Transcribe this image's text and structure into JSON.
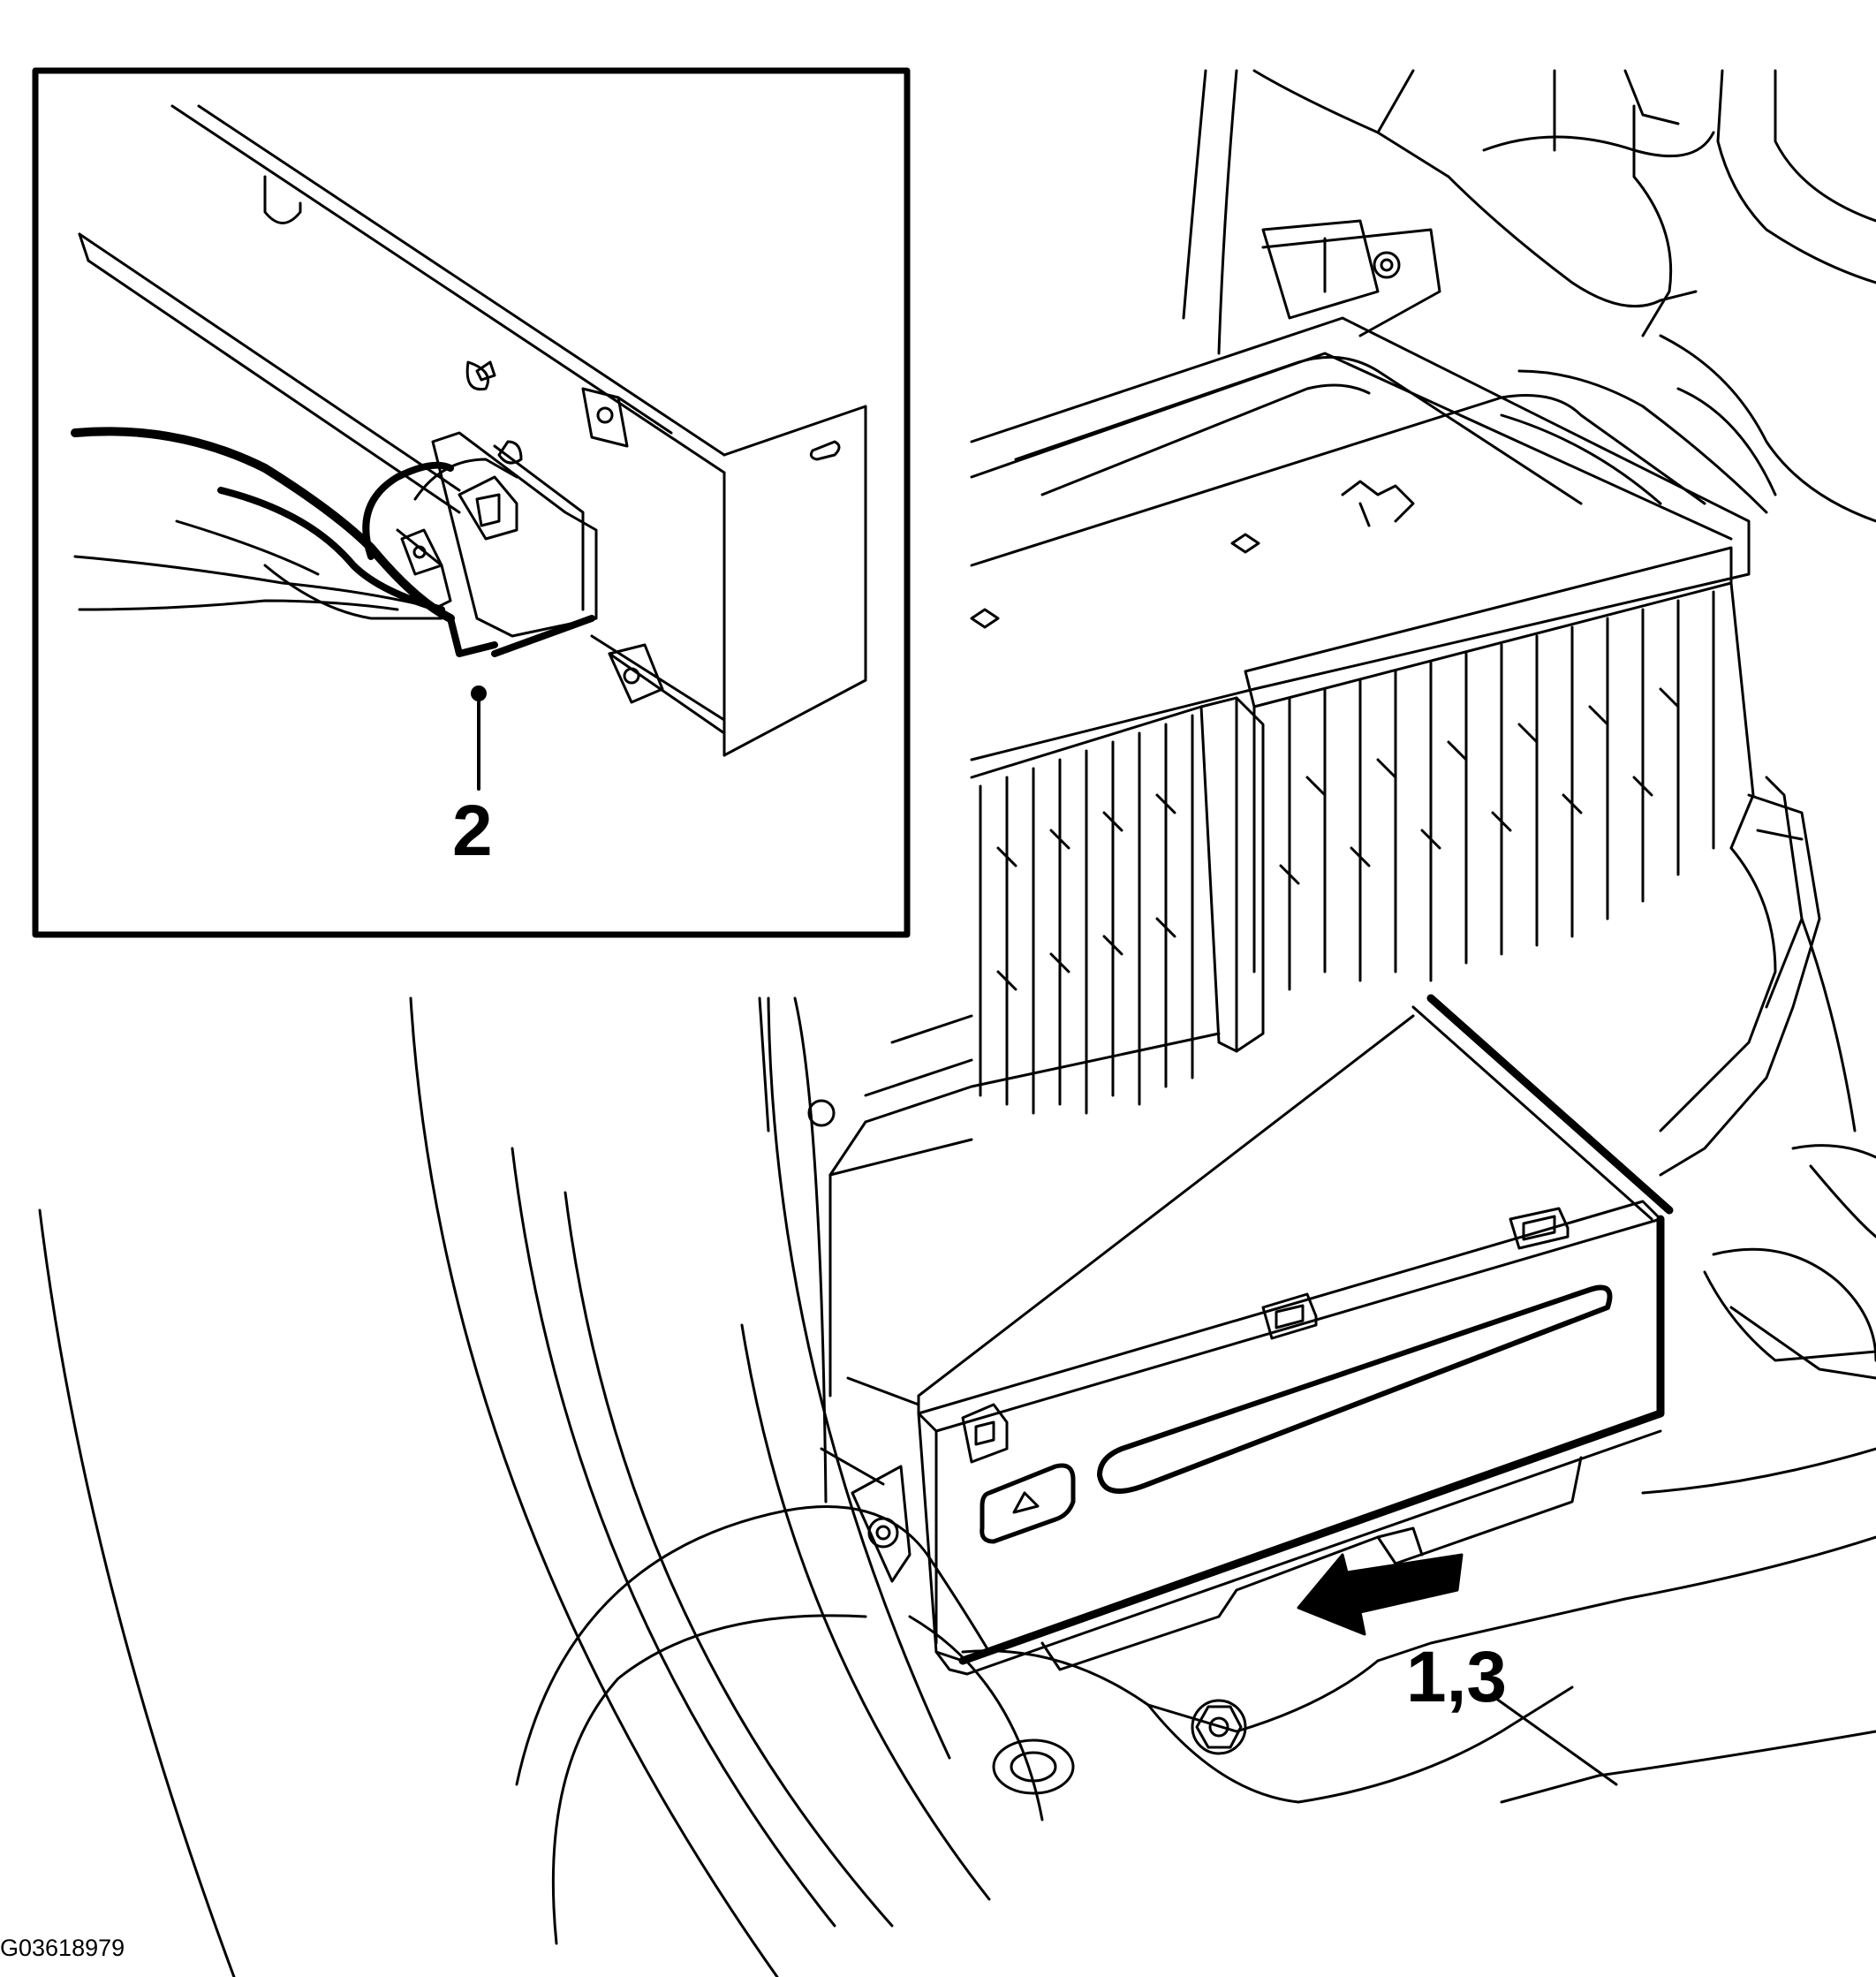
{
  "callouts": {
    "inset_label": "2",
    "main_label": "1,3"
  },
  "figure_id": "G03618979",
  "colors": {
    "line": "#000000",
    "background": "#ffffff"
  }
}
